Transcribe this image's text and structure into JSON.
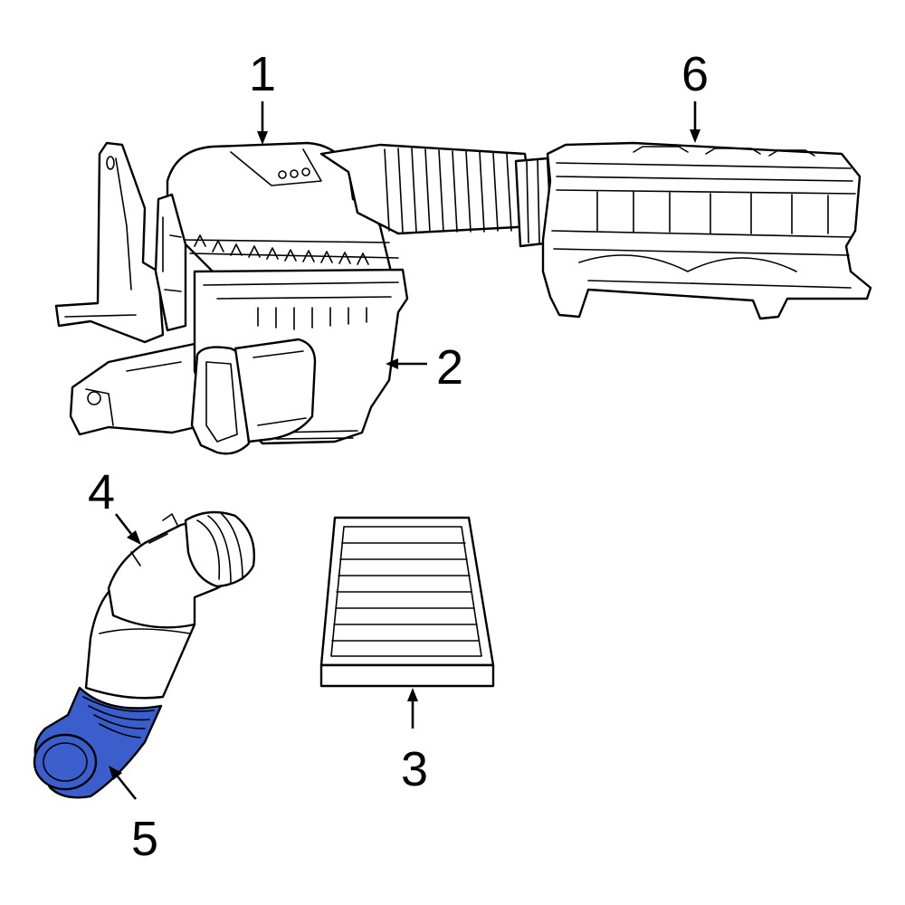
{
  "callouts": {
    "c1": "1",
    "c2": "2",
    "c3": "3",
    "c4": "4",
    "c5": "5",
    "c6": "6"
  },
  "colors": {
    "highlight": "#3a5fcd",
    "line": "#000000",
    "background": "#ffffff"
  }
}
